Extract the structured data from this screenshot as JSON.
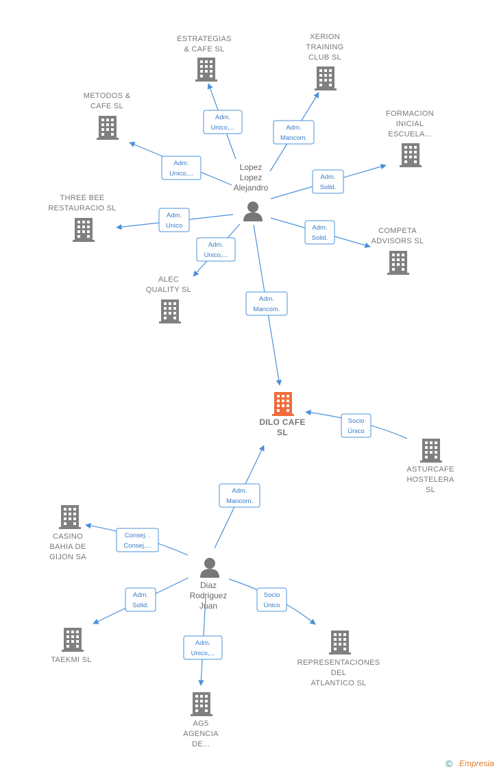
{
  "colors": {
    "edge": "#4a90d9",
    "building": "#808080",
    "focus_building": "#f26b3a",
    "person": "#777777",
    "label": "#777777"
  },
  "focus_company": {
    "lines": [
      "DILO CAFE",
      "SL"
    ]
  },
  "persons": [
    {
      "id": "p1",
      "lines": [
        "Lopez",
        "Lopez",
        "Alejandro"
      ]
    },
    {
      "id": "p2",
      "lines": [
        "Diaz",
        "Rodriguez",
        "Juan"
      ]
    }
  ],
  "companies": [
    {
      "id": "c1",
      "lines": [
        "ESTRATEGIAS",
        "& CAFE  SL"
      ]
    },
    {
      "id": "c2",
      "lines": [
        "XERION",
        "TRAINING",
        "CLUB  SL"
      ]
    },
    {
      "id": "c3",
      "lines": [
        "METODOS &",
        "CAFE  SL"
      ]
    },
    {
      "id": "c4",
      "lines": [
        "FORMACION",
        "INICIAL",
        "ESCUELA..."
      ]
    },
    {
      "id": "c5",
      "lines": [
        "THREE BEE",
        "RESTAURACIO SL"
      ]
    },
    {
      "id": "c6",
      "lines": [
        "COMPETA",
        "ADVISORS  SL"
      ]
    },
    {
      "id": "c7",
      "lines": [
        "ALEC",
        "QUALITY  SL"
      ]
    },
    {
      "id": "c8",
      "lines": [
        "ASTURCAFE",
        "HOSTELERA",
        "SL"
      ]
    },
    {
      "id": "c9",
      "lines": [
        "CASINO",
        "BAHIA DE",
        "GIJON SA"
      ]
    },
    {
      "id": "c10",
      "lines": [
        "TAEKMI  SL"
      ]
    },
    {
      "id": "c11",
      "lines": [
        "REPRESENTACIONES",
        "DEL",
        "ATLANTICO SL"
      ]
    },
    {
      "id": "c12",
      "lines": [
        "AG5",
        "AGENCIA",
        "DE..."
      ]
    }
  ],
  "relations": [
    {
      "id": "r1",
      "lines": [
        "Adm.",
        "Unico,..."
      ]
    },
    {
      "id": "r2",
      "lines": [
        "Adm.",
        "Mancom."
      ]
    },
    {
      "id": "r3",
      "lines": [
        "Adm.",
        "Unico,..."
      ]
    },
    {
      "id": "r4",
      "lines": [
        "Adm.",
        "Solid."
      ]
    },
    {
      "id": "r5",
      "lines": [
        "Adm.",
        "Unico"
      ]
    },
    {
      "id": "r6",
      "lines": [
        "Adm.",
        "Solid."
      ]
    },
    {
      "id": "r7",
      "lines": [
        "Adm.",
        "Unico,..."
      ]
    },
    {
      "id": "r8",
      "lines": [
        "Adm.",
        "Mancom."
      ]
    },
    {
      "id": "r9",
      "lines": [
        "Socio",
        "Único"
      ]
    },
    {
      "id": "r10",
      "lines": [
        "Adm.",
        "Mancom."
      ]
    },
    {
      "id": "r11",
      "lines": [
        "Consej. .",
        "Consej...."
      ]
    },
    {
      "id": "r12",
      "lines": [
        "Adm.",
        "Solid."
      ]
    },
    {
      "id": "r13",
      "lines": [
        "Socio",
        "Único"
      ]
    },
    {
      "id": "r14",
      "lines": [
        "Adm.",
        "Unico,..."
      ]
    }
  ],
  "footer": {
    "copyright": "©",
    "brand": "Empresia"
  }
}
